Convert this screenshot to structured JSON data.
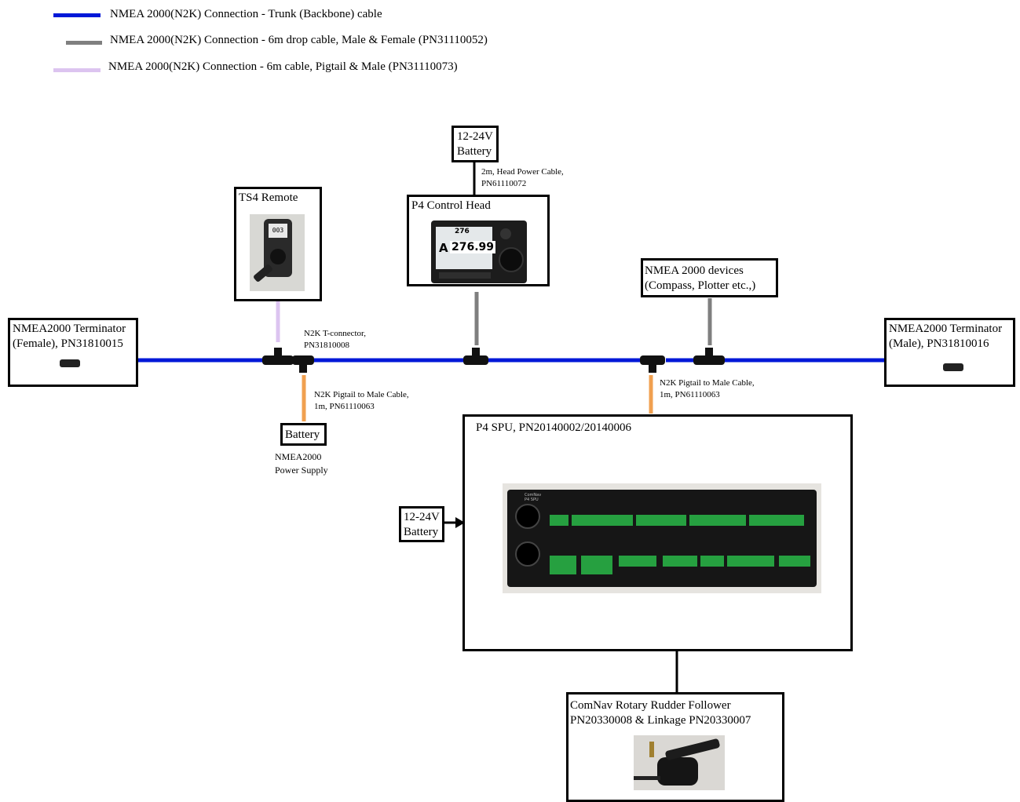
{
  "legend": [
    {
      "label": "NMEA 2000(N2K) Connection - Trunk (Backbone) cable",
      "color": "#0018d8"
    },
    {
      "label": "NMEA 2000(N2K) Connection - 6m drop cable, Male & Female (PN31110052)",
      "color": "#7f7f7f"
    },
    {
      "label": "NMEA 2000(N2K) Connection - 6m cable, Pigtail & Male (PN31110073)",
      "color": "#dcc4f0"
    }
  ],
  "colors": {
    "trunk": "#0018d8",
    "drop": "#7f7f7f",
    "pigtail_male": "#dcc4f0",
    "power": "#f0a050"
  },
  "boxes": {
    "terminator_female": "NMEA2000 Terminator\n(Female), PN31810015",
    "terminator_male": "NMEA2000 Terminator\n(Male), PN31810016",
    "ts4_remote": "TS4 Remote",
    "battery_top": "12-24V\nBattery",
    "p4_control_head": "P4 Control Head",
    "nmea_devices": "NMEA 2000 devices\n(Compass, Plotter etc.,)",
    "battery_n2k": "Battery",
    "p4_spu": "P4 SPU, PN20140002/20140006",
    "battery_spu": "12-24V\nBattery",
    "rudder_follower": "ComNav Rotary Rudder Follower\nPN20330008 & Linkage PN20330007"
  },
  "labels": {
    "head_power_cable": "2m, Head Power Cable,\nPN61110072",
    "t_connector": "N2K T-connector,\nPN31810008",
    "pigtail_left": "N2K Pigtail to Male Cable,\n1m, PN61110063",
    "pigtail_right": "N2K Pigtail to Male Cable,\n1m, PN61110063",
    "power_supply": "NMEA2000\nPower Supply"
  },
  "photos": {
    "ts4_display_value": "003",
    "control_head_heading": "276.99",
    "control_head_mode": "A",
    "control_head_top": "276",
    "spu_brand": "ComNav\nP4 SPU"
  },
  "icons": [
    "terminator-icon",
    "t-connector-icon",
    "remote-photo",
    "control-head-photo",
    "spu-photo",
    "rudder-follower-photo",
    "arrow-icon"
  ]
}
